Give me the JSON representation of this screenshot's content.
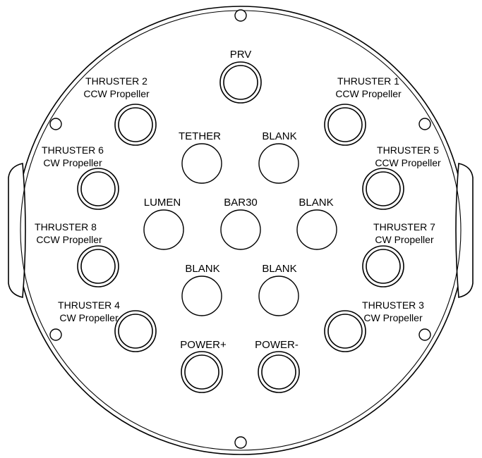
{
  "labels": {
    "prv": "PRV",
    "tether": "TETHER",
    "blank_tr": "BLANK",
    "lumen": "LUMEN",
    "bar30": "BAR30",
    "blank_mr": "BLANK",
    "blank_bl": "BLANK",
    "blank_br": "BLANK",
    "power_plus": "POWER+",
    "power_minus": "POWER-"
  },
  "thrusters": {
    "t1": {
      "name": "THRUSTER 1",
      "prop": "CCW Propeller"
    },
    "t2": {
      "name": "THRUSTER 2",
      "prop": "CCW Propeller"
    },
    "t3": {
      "name": "THRUSTER 3",
      "prop": "CW Propeller"
    },
    "t4": {
      "name": "THRUSTER 4",
      "prop": "CW Propeller"
    },
    "t5": {
      "name": "THRUSTER 5",
      "prop": "CCW Propeller"
    },
    "t6": {
      "name": "THRUSTER 6",
      "prop": "CW Propeller"
    },
    "t7": {
      "name": "THRUSTER 7",
      "prop": "CW Propeller"
    },
    "t8": {
      "name": "THRUSTER 8",
      "prop": "CCW Propeller"
    }
  }
}
